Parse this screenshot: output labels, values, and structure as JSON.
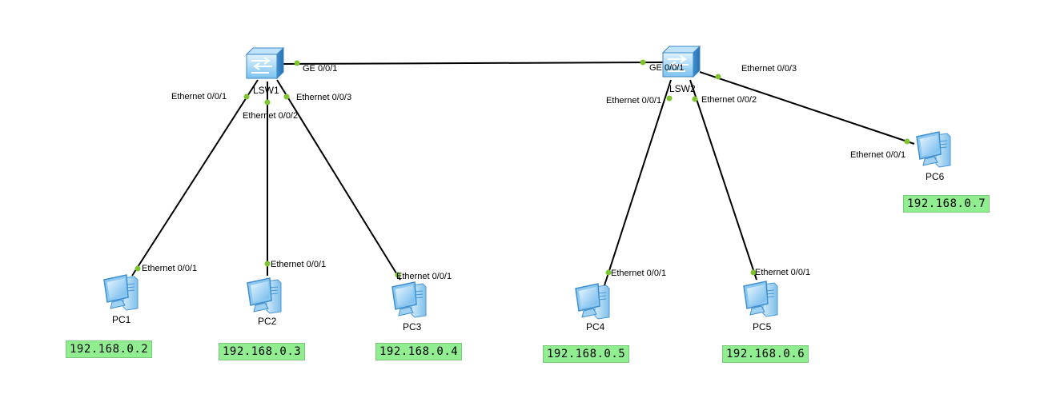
{
  "switches": [
    {
      "id": "LSW1",
      "label": "LSW1"
    },
    {
      "id": "LSW2",
      "label": "LSW2"
    }
  ],
  "pcs": [
    {
      "id": "PC1",
      "label": "PC1",
      "ip": "192.168.0.2"
    },
    {
      "id": "PC2",
      "label": "PC2",
      "ip": "192.168.0.3"
    },
    {
      "id": "PC3",
      "label": "PC3",
      "ip": "192.168.0.4"
    },
    {
      "id": "PC4",
      "label": "PC4",
      "ip": "192.168.0.5"
    },
    {
      "id": "PC5",
      "label": "PC5",
      "ip": "192.168.0.6"
    },
    {
      "id": "PC6",
      "label": "PC6",
      "ip": "192.168.0.7"
    }
  ],
  "links": [
    {
      "from": "LSW1",
      "from_port": "GE 0/0/1",
      "to": "LSW2",
      "to_port": "GE 0/0/1"
    },
    {
      "from": "LSW1",
      "from_port": "Ethernet 0/0/1",
      "to": "PC1",
      "to_port": "Ethernet 0/0/1"
    },
    {
      "from": "LSW1",
      "from_port": "Ethernet 0/0/2",
      "to": "PC2",
      "to_port": "Ethernet 0/0/1"
    },
    {
      "from": "LSW1",
      "from_port": "Ethernet 0/0/3",
      "to": "PC3",
      "to_port": "Ethernet 0/0/1"
    },
    {
      "from": "LSW2",
      "from_port": "Ethernet 0/0/1",
      "to": "PC4",
      "to_port": "Ethernet 0/0/1"
    },
    {
      "from": "LSW2",
      "from_port": "Ethernet 0/0/2",
      "to": "PC5",
      "to_port": "Ethernet 0/0/1"
    },
    {
      "from": "LSW2",
      "from_port": "Ethernet 0/0/3",
      "to": "PC6",
      "to_port": "Ethernet 0/0/1"
    }
  ],
  "colors": {
    "link": "#000000",
    "port_dot": "#7dc42f",
    "ip_bg": "#90ee90",
    "device": "#5aaee8"
  }
}
